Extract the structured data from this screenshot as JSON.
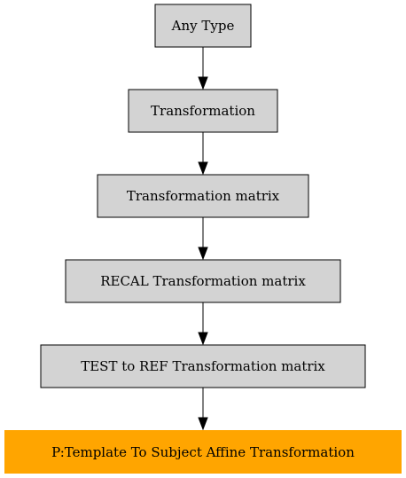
{
  "diagram": {
    "colors": {
      "node_fill": "#d3d3d3",
      "highlight_fill": "#ffa500",
      "stroke": "#000000",
      "background": "#ffffff"
    },
    "nodes": [
      {
        "label": "Any Type"
      },
      {
        "label": "Transformation"
      },
      {
        "label": "Transformation matrix"
      },
      {
        "label": "RECAL Transformation matrix"
      },
      {
        "label": "TEST to REF Transformation matrix"
      },
      {
        "label": "P:Template To Subject Affine Transformation"
      }
    ],
    "edges": [
      {
        "from": 0,
        "to": 1
      },
      {
        "from": 1,
        "to": 2
      },
      {
        "from": 2,
        "to": 3
      },
      {
        "from": 3,
        "to": 4
      },
      {
        "from": 4,
        "to": 5
      }
    ]
  }
}
